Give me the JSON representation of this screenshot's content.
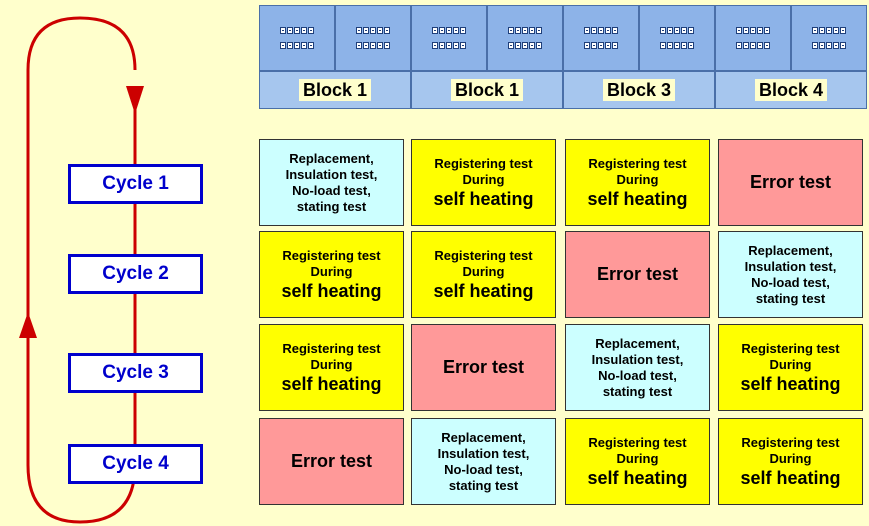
{
  "colors": {
    "background": "#FFFFCC",
    "loop": "#CC0000",
    "cycle_border": "#0000CC",
    "rack": "#8DB3E8",
    "calibration_cell": "#CCFFFF",
    "registering_cell": "#FFFF00",
    "error_cell": "#FF9999"
  },
  "cycles": [
    "Cycle 1",
    "Cycle 2",
    "Cycle 3",
    "Cycle 4"
  ],
  "blocks": [
    "Block 1",
    "Block 1",
    "Block 3",
    "Block 4"
  ],
  "rack": {
    "segments": 8,
    "rows_per_segment": 2,
    "meters_per_row": 5,
    "meter_icon": "meter-icon"
  },
  "tests": {
    "calibration": [
      "Replacement,",
      "Insulation test,",
      "No-load test,",
      "stating test"
    ],
    "registering": {
      "line1": "Registering test",
      "line2": "During",
      "line3": "self heating"
    },
    "error": "Error test"
  },
  "schedule": [
    [
      "calibration",
      "registering",
      "registering",
      "error"
    ],
    [
      "registering",
      "registering",
      "error",
      "calibration"
    ],
    [
      "registering",
      "error",
      "calibration",
      "registering"
    ],
    [
      "error",
      "calibration",
      "registering",
      "registering"
    ]
  ]
}
